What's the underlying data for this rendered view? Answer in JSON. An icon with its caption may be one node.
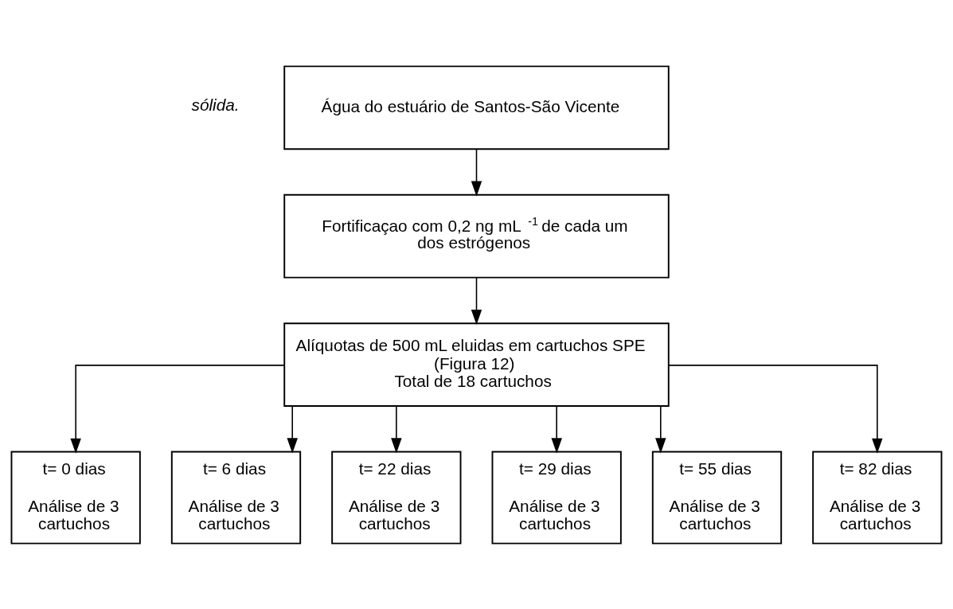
{
  "diagram": {
    "nodes": [
      {
        "text": [
          "Água do estuário de Santos-São Vicente"
        ]
      },
      {
        "text": [
          "Fortificaçao com 0,2 ng mL$^{-1}$ de cada um dos estrógenos"
        ]
      },
      {
        "text": [
          "Alíquotas de 500 mL eluidas em cartuchos SPE (Figura 12)",
          "Total de 18 cartuchos"
        ]
      },
      {
        "text": [
          "t= 0 dias",
          "Análise de 3 cartuchos"
        ]
      },
      {
        "text": [
          "t= 6 dias",
          "Análise de 3 cartuchos"
        ]
      },
      {
        "text": [
          "t= 22 dias",
          "Análise de 3 cartuchos"
        ]
      },
      {
        "text": [
          "t= 29 dias",
          "Análise de 3 cartuchos"
        ]
      },
      {
        "text": [
          "t= 55 dias",
          "Análise de 3 cartuchos"
        ]
      },
      {
        "text": [
          "t= 82 dias",
          "Análise de 3 cartuchos"
        ]
      }
    ],
    "edges": [
      {
        "from": 0,
        "to": 1,
        "arrow": "to"
      },
      {
        "from": 1,
        "to": 2,
        "arrow": "to"
      },
      {
        "from": 2,
        "to": 3,
        "arrow": "to"
      },
      {
        "from": 2,
        "to": 4,
        "arrow": "to"
      },
      {
        "from": 2,
        "to": 5,
        "arrow": "to"
      },
      {
        "from": 2,
        "to": 6,
        "arrow": "to"
      },
      {
        "from": 2,
        "to": 7,
        "arrow": "to"
      },
      {
        "from": 2,
        "to": 8,
        "arrow": "to"
      }
    ],
    "labels": [
      "sólida."
    ]
  }
}
